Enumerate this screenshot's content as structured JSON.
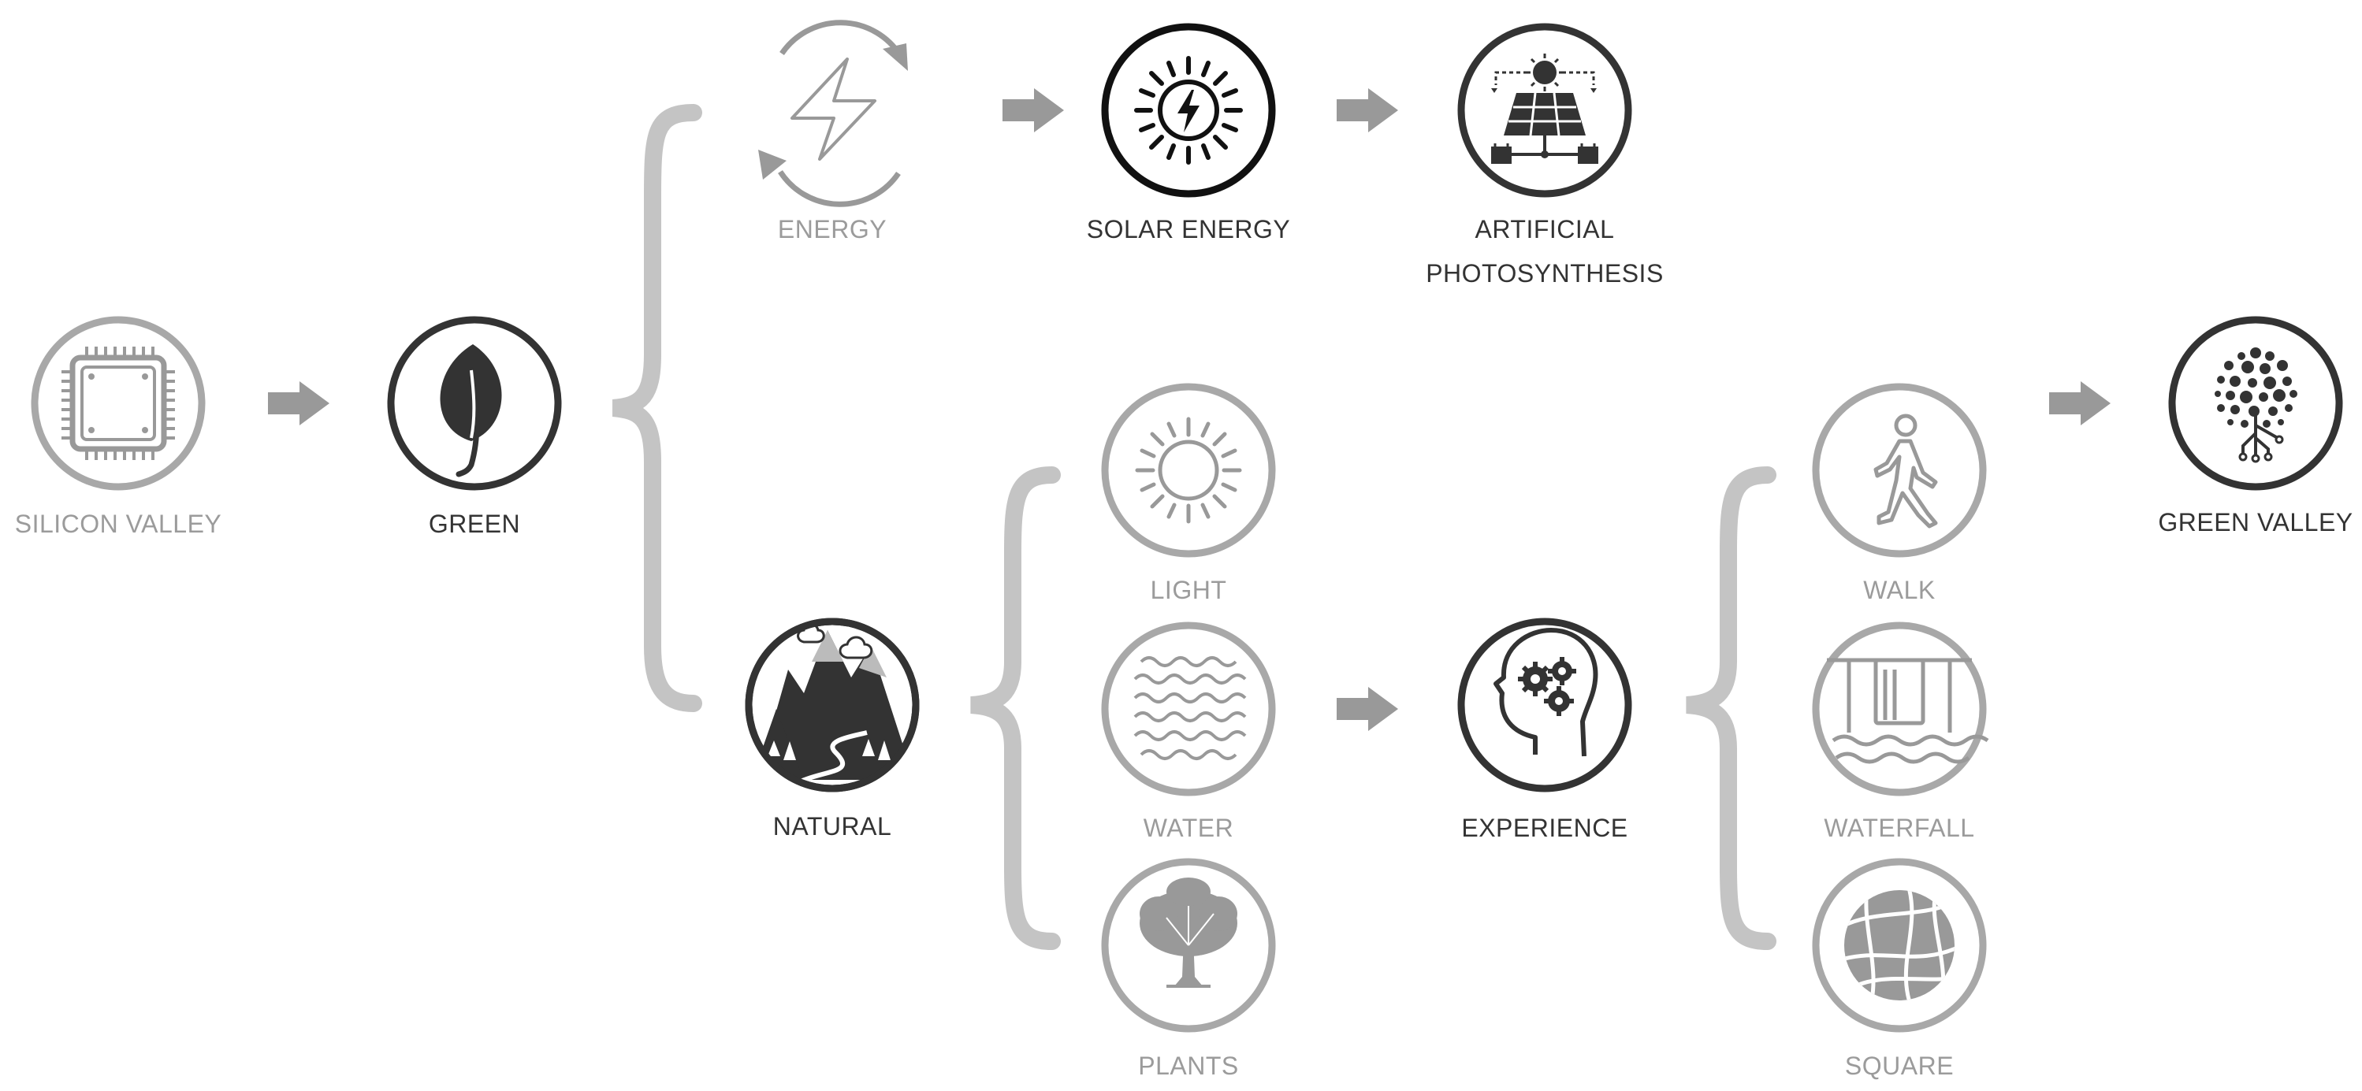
{
  "colors": {
    "dark": "#333333",
    "gray": "#999999",
    "brace": "#c4c4c4",
    "arrow": "#999999"
  },
  "nodes": {
    "silicon_valley": {
      "label": "SILICON VALLEY",
      "icon": "microchip-icon",
      "emphasis": "muted"
    },
    "green": {
      "label": "GREEN",
      "icon": "leaf-icon",
      "emphasis": "strong"
    },
    "energy": {
      "label": "ENERGY",
      "icon": "renewable-energy-icon",
      "emphasis": "muted"
    },
    "solar_energy": {
      "label": "SOLAR ENERGY",
      "icon": "sun-bolt-icon",
      "emphasis": "strong"
    },
    "artificial_photosynthesis": {
      "label_line1": "ARTIFICIAL",
      "label_line2": "PHOTOSYNTHESIS",
      "icon": "solar-panel-icon",
      "emphasis": "strong"
    },
    "natural": {
      "label": "NATURAL",
      "icon": "mountains-icon",
      "emphasis": "strong"
    },
    "light": {
      "label": "LIGHT",
      "icon": "sun-icon",
      "emphasis": "muted"
    },
    "water": {
      "label": "WATER",
      "icon": "waves-icon",
      "emphasis": "muted"
    },
    "plants": {
      "label": "PLANTS",
      "icon": "tree-icon",
      "emphasis": "muted"
    },
    "experience": {
      "label": "EXPERIENCE",
      "icon": "head-gears-icon",
      "emphasis": "strong"
    },
    "walk": {
      "label": "WALK",
      "icon": "walking-person-icon",
      "emphasis": "muted"
    },
    "waterfall": {
      "label": "WATERFALL",
      "icon": "waterfall-icon",
      "emphasis": "muted"
    },
    "square": {
      "label": "SQUARE",
      "icon": "globe-lines-icon",
      "emphasis": "muted"
    },
    "green_valley": {
      "label": "GREEN VALLEY",
      "icon": "dot-tree-icon",
      "emphasis": "strong"
    }
  },
  "edges": [
    {
      "from": "silicon_valley",
      "to": "green",
      "type": "arrow"
    },
    {
      "from": "green",
      "to": [
        "energy",
        "natural"
      ],
      "type": "brace"
    },
    {
      "from": "energy",
      "to": "solar_energy",
      "type": "arrow"
    },
    {
      "from": "solar_energy",
      "to": "artificial_photosynthesis",
      "type": "arrow"
    },
    {
      "from": "natural",
      "to": [
        "light",
        "water",
        "plants"
      ],
      "type": "brace"
    },
    {
      "from": "water",
      "to": "experience",
      "type": "arrow"
    },
    {
      "from": "experience",
      "to": [
        "walk",
        "waterfall",
        "square"
      ],
      "type": "brace"
    },
    {
      "from": "walk",
      "to": "green_valley",
      "type": "arrow"
    }
  ]
}
